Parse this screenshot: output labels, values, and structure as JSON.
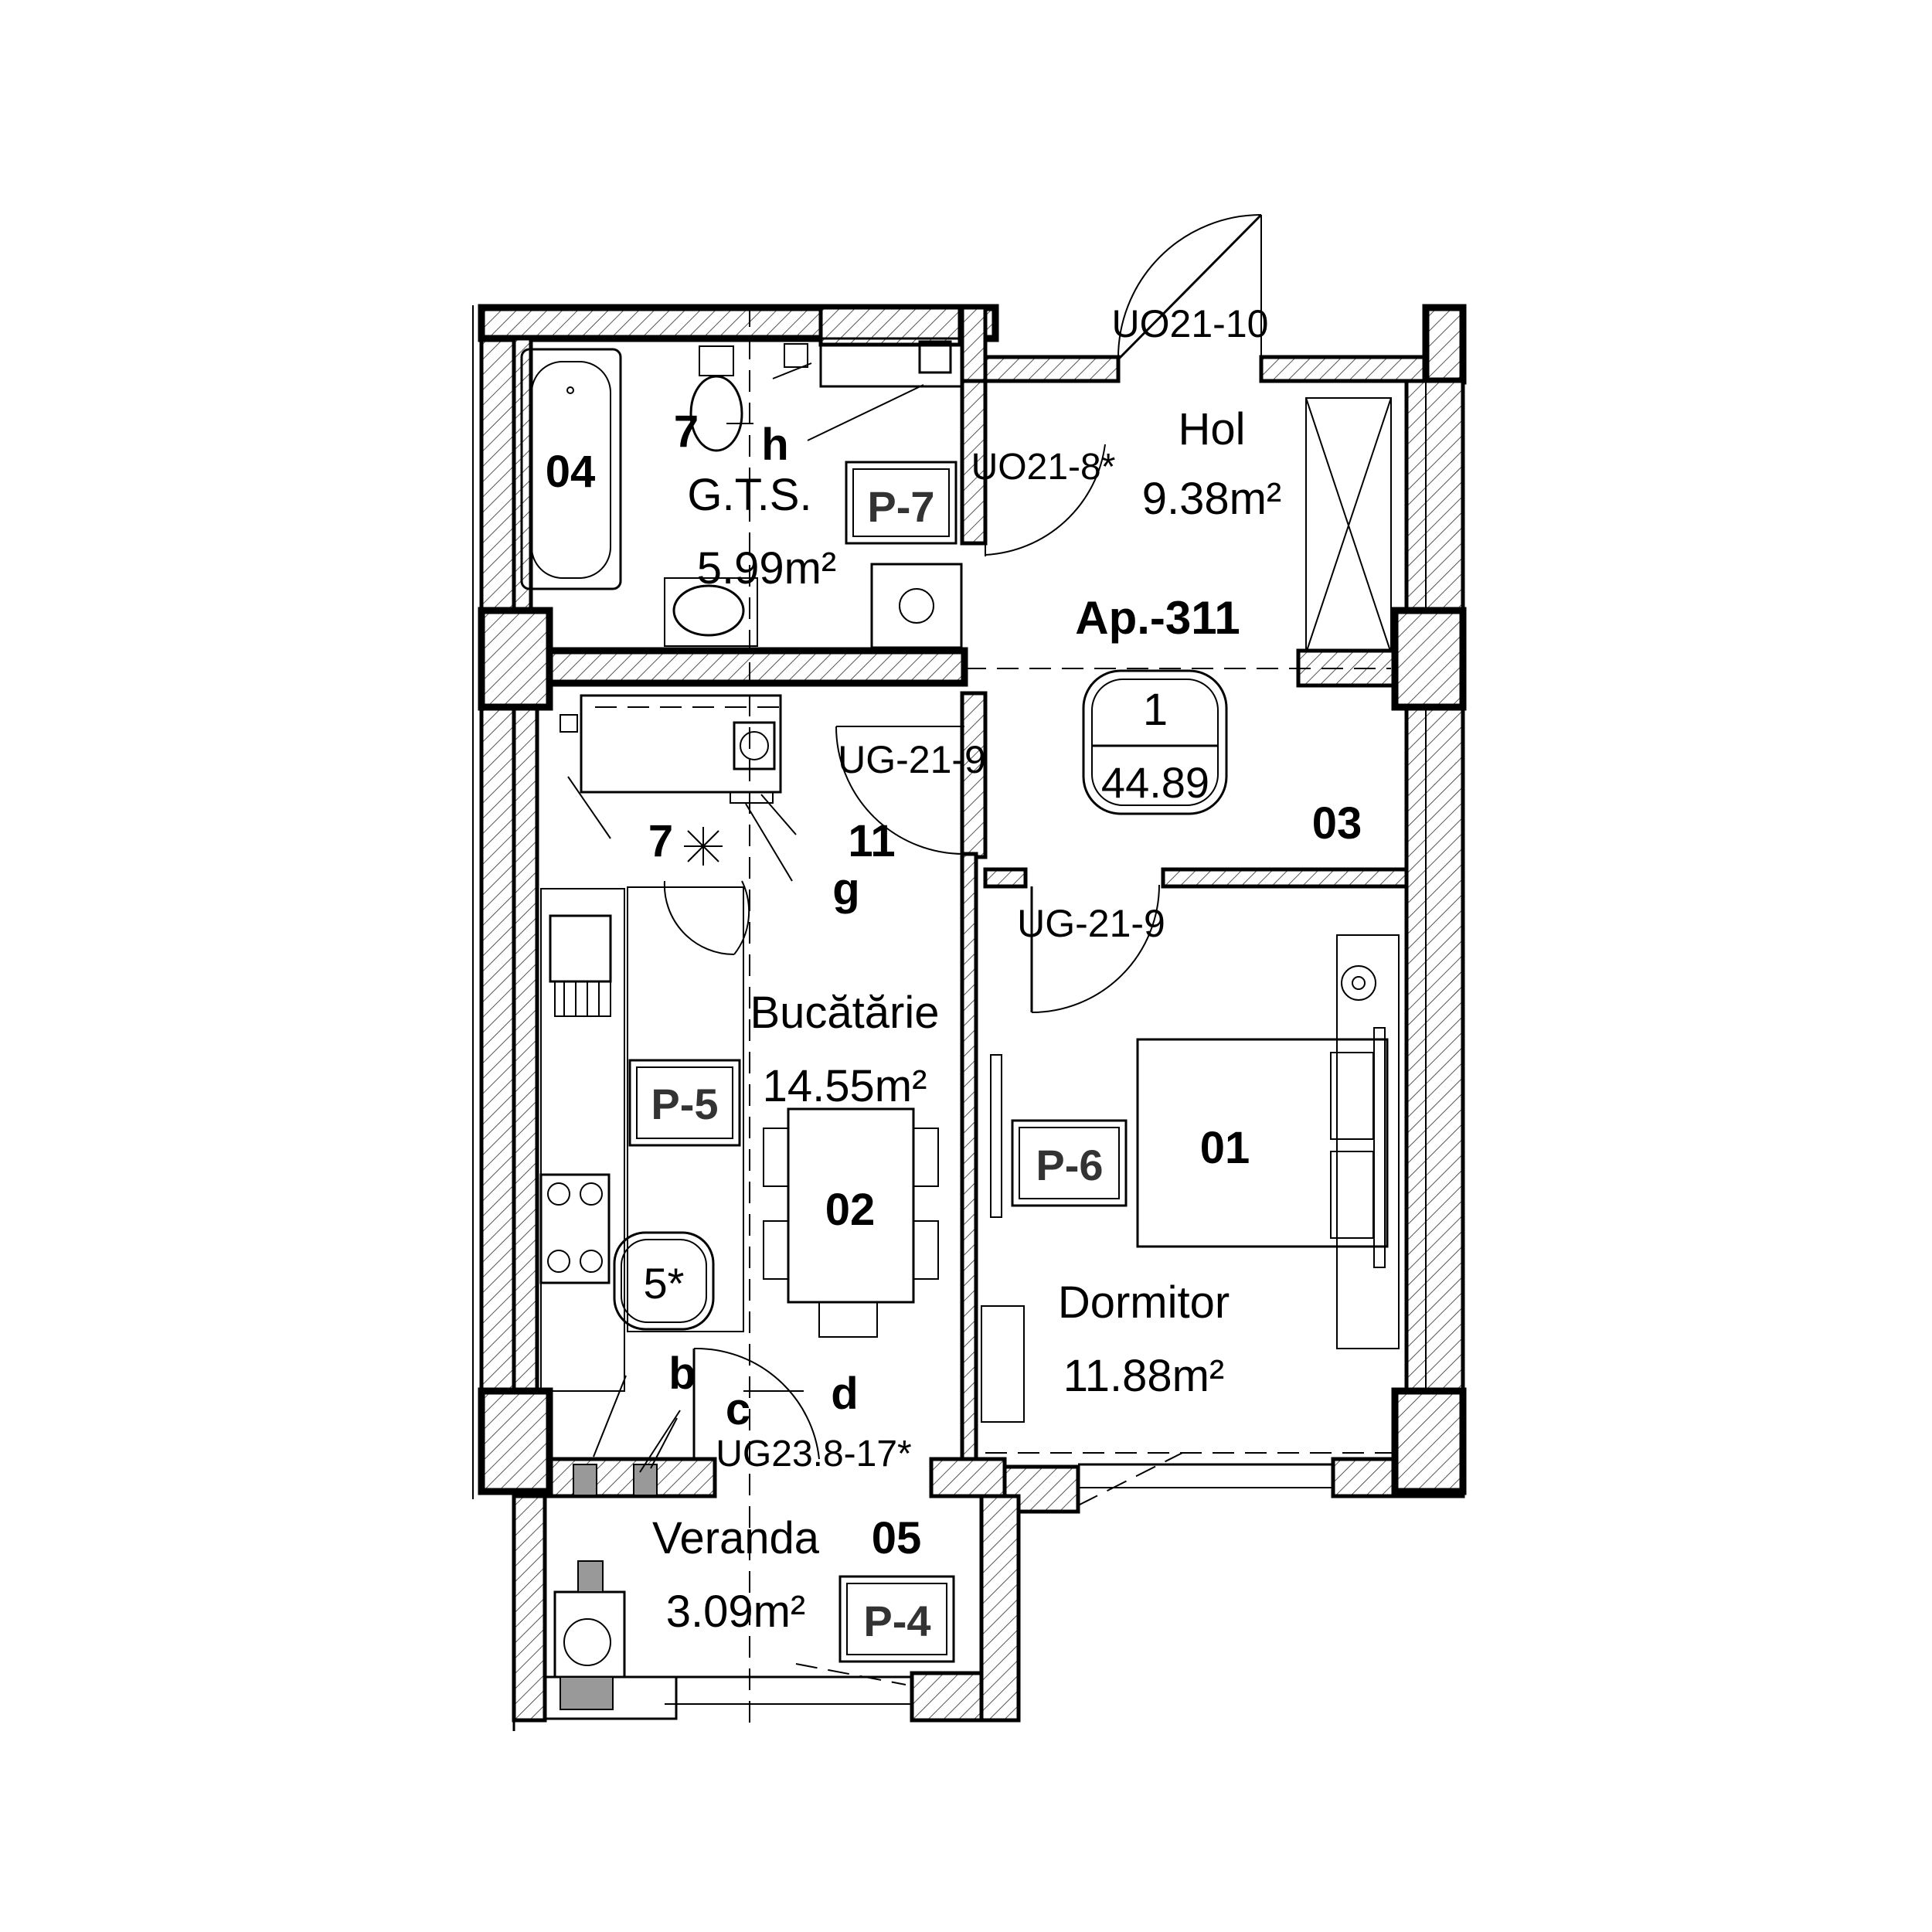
{
  "apartment": {
    "name": "Ap.-311",
    "number": "1",
    "total_area": "44.89"
  },
  "rooms": {
    "bedroom": {
      "code": "01",
      "name": "Dormitor",
      "area": "11.88m²",
      "tag": "P-6"
    },
    "kitchen": {
      "code": "02",
      "name": "Bucătărie",
      "area": "14.55m²",
      "tag": "P-5"
    },
    "hall": {
      "code": "03",
      "name": "Hol",
      "area": "9.38m²"
    },
    "bathroom": {
      "code": "04",
      "name": "G.T.S.",
      "area": "5.99m²",
      "tag": "P-7"
    },
    "veranda": {
      "code": "05",
      "name": "Veranda",
      "area": "3.09m²",
      "tag": "P-4"
    }
  },
  "doors": {
    "entrance": "UO21-10",
    "bathroom": "UO21-8*",
    "kitchen": "UG-21-9",
    "bedroom": "UG-21-9",
    "veranda": "UG23.8-17*"
  },
  "markers": {
    "bath_fixture": "7",
    "bath_pipe": "h",
    "kitchen_fixture": "7",
    "kitchen_vent": "11",
    "kitchen_pipe": "g",
    "stove_badge": "5*",
    "veranda_b": "b",
    "veranda_c": "c",
    "veranda_d": "d"
  }
}
